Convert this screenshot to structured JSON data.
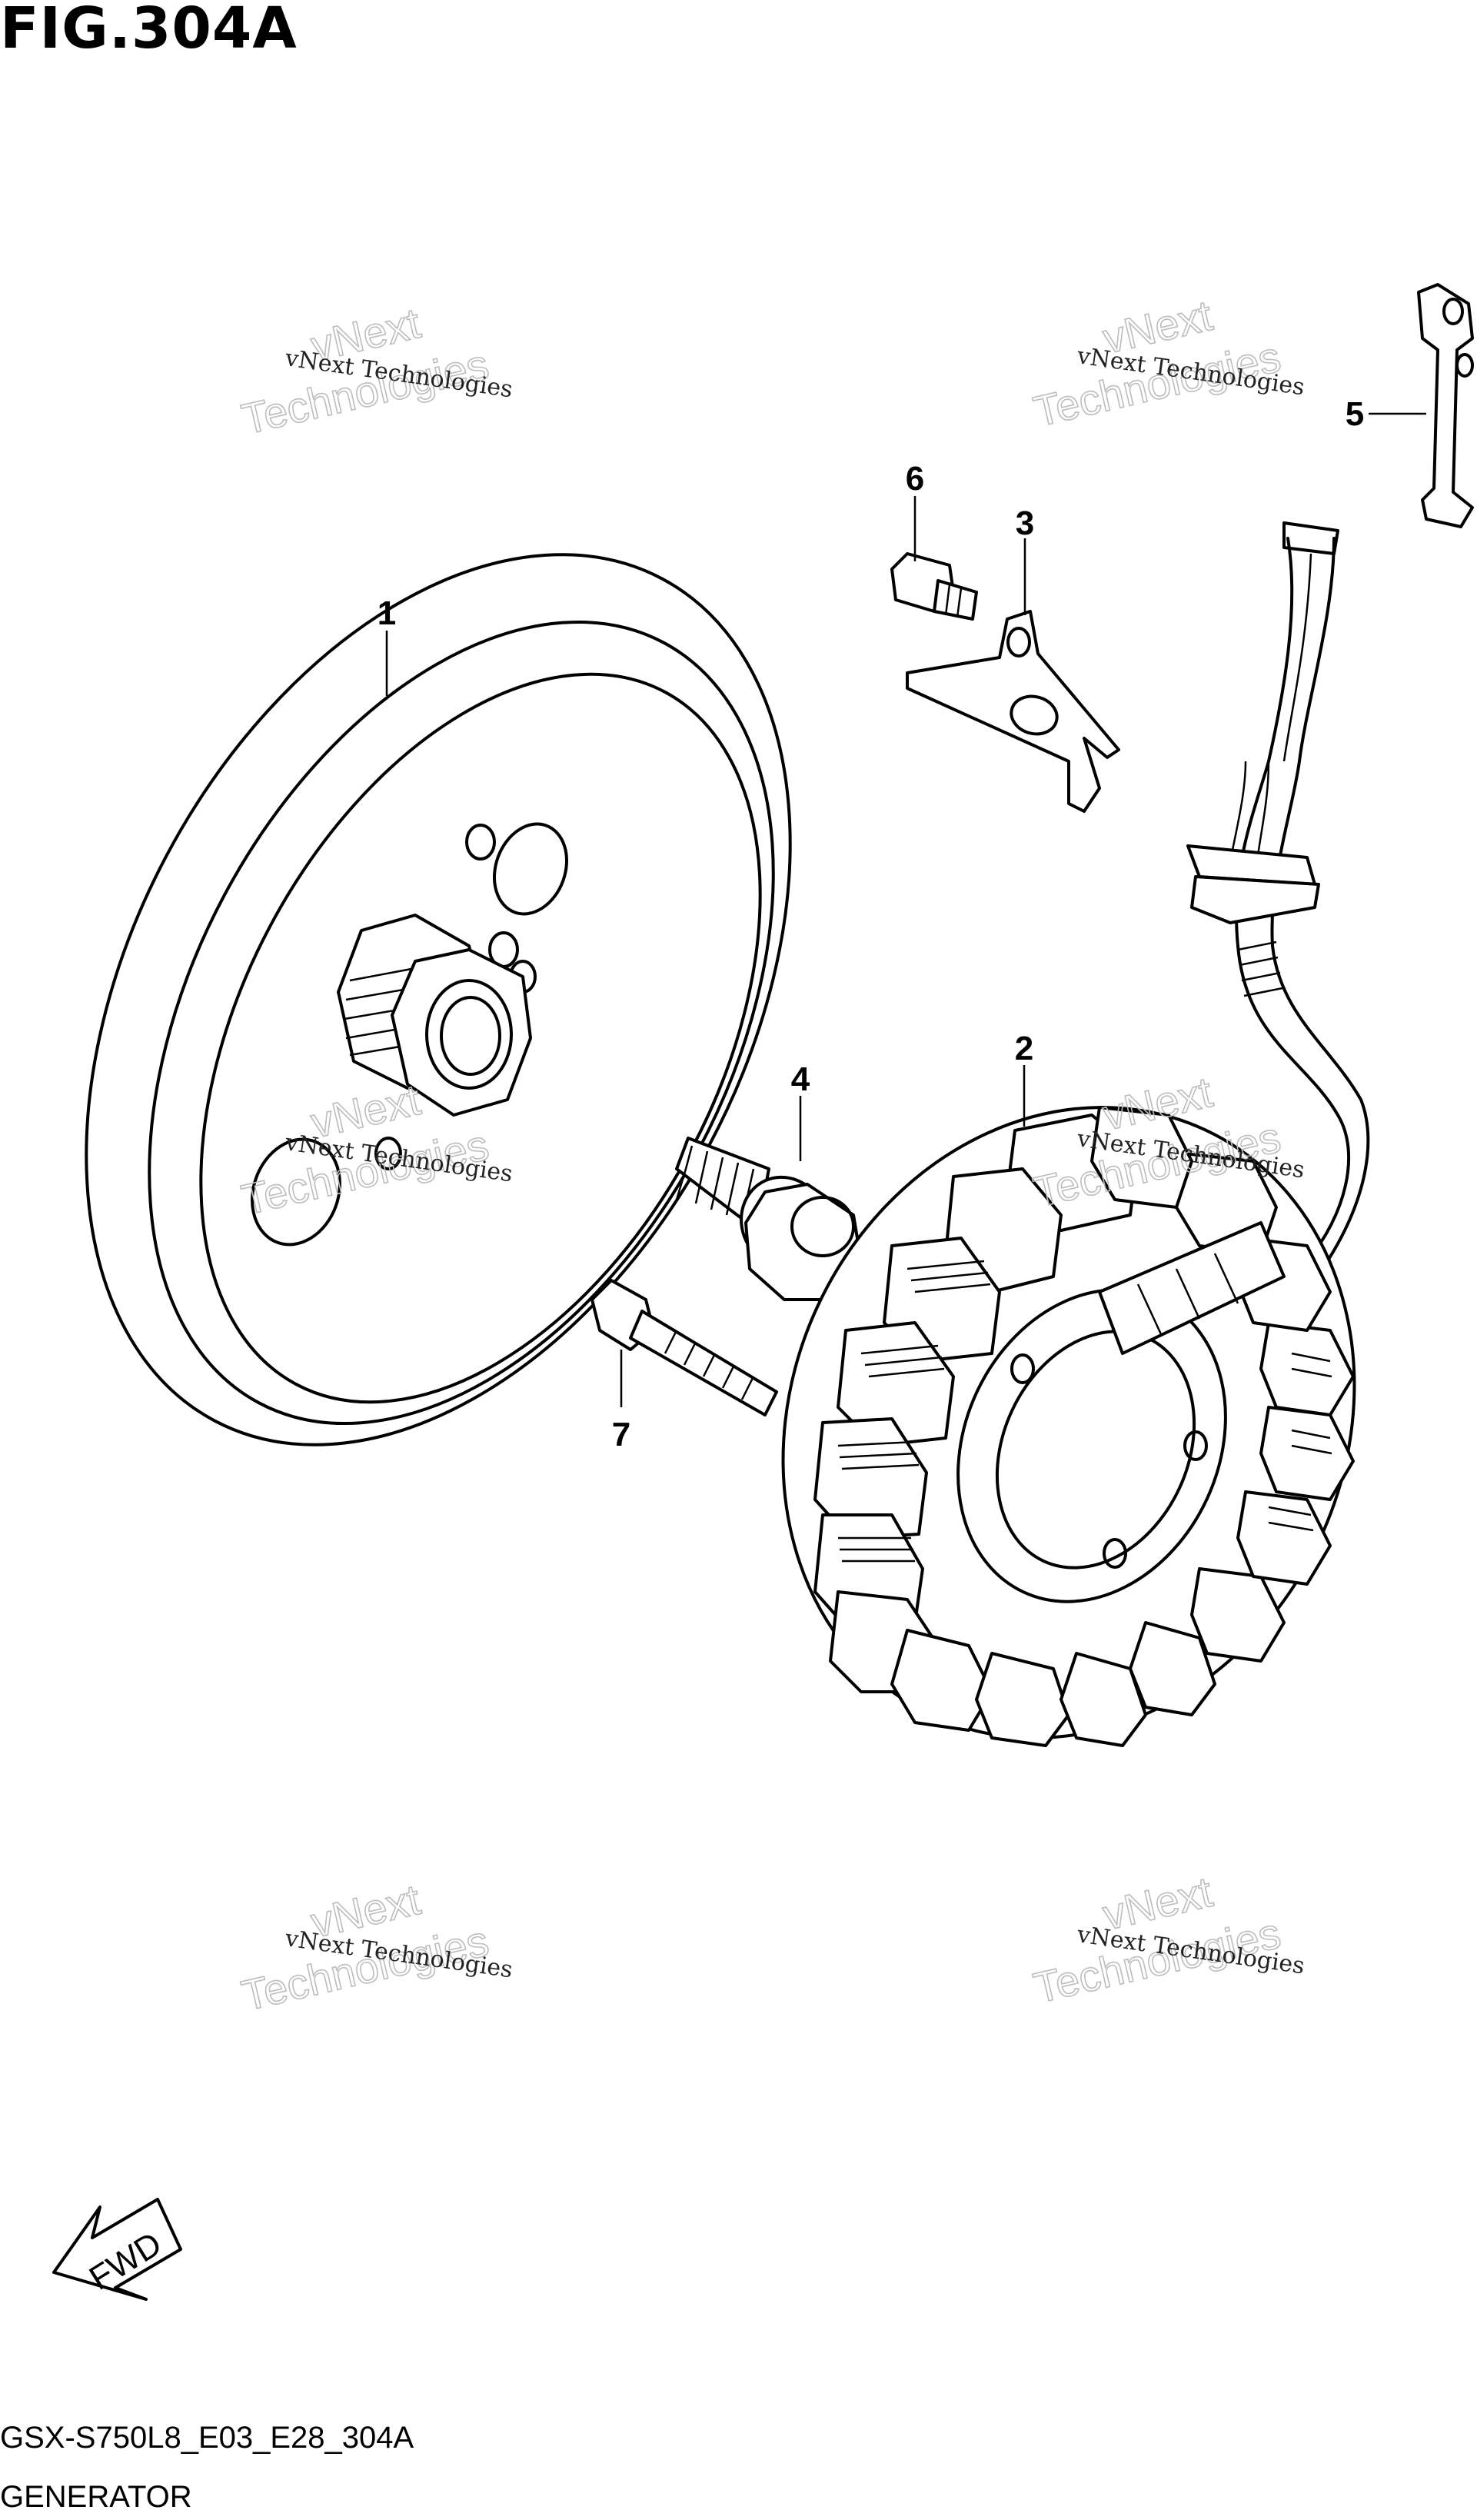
{
  "figure": {
    "title": "FIG.304A",
    "code": "GSX-S750L8_E03_E28_304A",
    "name": "GENERATOR"
  },
  "callouts": [
    {
      "id": "c1",
      "label": "1",
      "part": "rotor-flywheel"
    },
    {
      "id": "c2",
      "label": "2",
      "part": "stator-coil"
    },
    {
      "id": "c3",
      "label": "3",
      "part": "clamp-bracket"
    },
    {
      "id": "c4",
      "label": "4",
      "part": "rotor-bolt"
    },
    {
      "id": "c5",
      "label": "5",
      "part": "wire-clamp"
    },
    {
      "id": "c6",
      "label": "6",
      "part": "bracket-screw"
    },
    {
      "id": "c7",
      "label": "7",
      "part": "stator-screw"
    }
  ],
  "watermark": {
    "small": "vNext Technologies",
    "big_line1": "vNext",
    "big_line2": "Technologies"
  },
  "direction_badge": "FWD",
  "icons": [
    "fwd-arrow-icon"
  ]
}
